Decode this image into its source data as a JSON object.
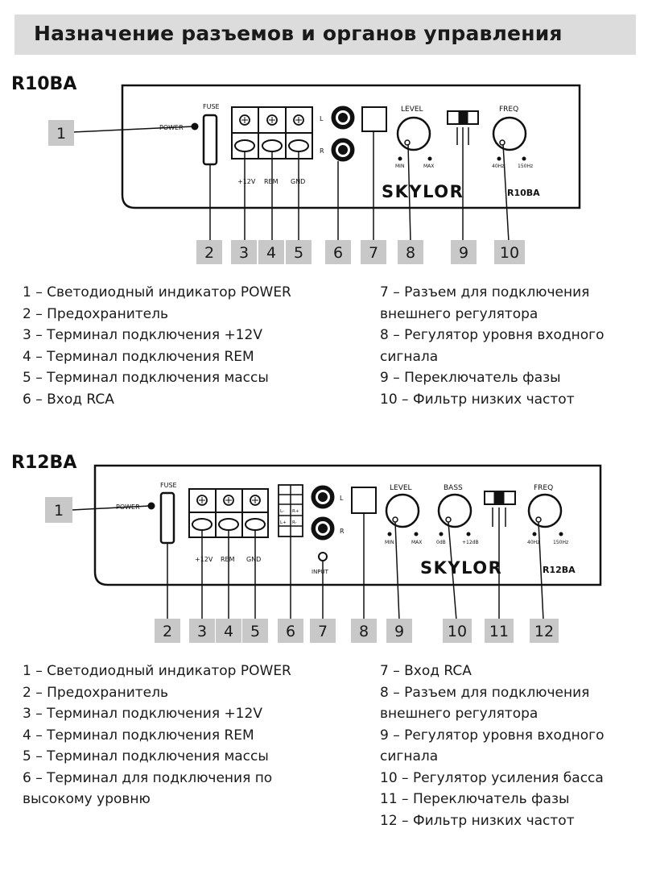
{
  "header": {
    "title": "Назначение разъемов и органов управления"
  },
  "r10": {
    "model": "R10BA",
    "panel": {
      "power": "POWER",
      "fuse": "FUSE",
      "term1": "+12V",
      "term2": "REM",
      "term3": "GND",
      "rca_l": "L",
      "rca_r": "R",
      "level": "LEVEL",
      "level_min": "MIN",
      "level_max": "MAX",
      "freq": "FREQ",
      "freq_lo": "40Hz",
      "freq_hi": "150Hz",
      "brand": "SKYLOR",
      "model_tag": "R10BA"
    },
    "callouts": [
      "1",
      "2",
      "3",
      "4",
      "5",
      "6",
      "7",
      "8",
      "9",
      "10"
    ],
    "legend_left": [
      "1 – Светодиодный индикатор POWER",
      "2 – Предохранитель",
      "3 – Терминал подключения +12V",
      "4 – Терминал подключения REM",
      "5 – Терминал подключения массы",
      "6 – Вход RCA"
    ],
    "legend_right": [
      "7 – Разъем для подключения",
      "внешнего регулятора",
      "8 – Регулятор уровня входного",
      "сигнала",
      "9 – Переключатель фазы",
      "10 – Фильтр низких частот"
    ]
  },
  "r12": {
    "model": "R12BA",
    "panel": {
      "power": "POWER",
      "fuse": "FUSE",
      "term1": "+12V",
      "term2": "REM",
      "term3": "GND",
      "hl1": "L-",
      "hl2": "R+",
      "hl3": "L+",
      "hl4": "R-",
      "rca_l": "L",
      "rca_r": "R",
      "input": "INPUT",
      "level": "LEVEL",
      "level_min": "MIN",
      "level_max": "MAX",
      "bass": "BASS",
      "bass_lo": "0dB",
      "bass_hi": "+12dB",
      "freq": "FREQ",
      "freq_lo": "40Hz",
      "freq_hi": "150Hz",
      "brand": "SKYLOR",
      "model_tag": "R12BA"
    },
    "callouts": [
      "1",
      "2",
      "3",
      "4",
      "5",
      "6",
      "7",
      "8",
      "9",
      "10",
      "11",
      "12"
    ],
    "legend_left": [
      "1 – Светодиодный индикатор POWER",
      "2 – Предохранитель",
      "3 – Терминал подключения +12V",
      "4 – Терминал подключения REM",
      "5 – Терминал подключения массы",
      "6 – Терминал для подключения по",
      "высокому уровню"
    ],
    "legend_right": [
      "7 – Вход RCA",
      "8 – Разъем для подключения",
      "внешнего регулятора",
      "9 – Регулятор уровня входного",
      "сигнала",
      "10 – Регулятор усиления басса",
      "11 – Переключатель фазы",
      "12 – Фильтр низких частот"
    ]
  }
}
